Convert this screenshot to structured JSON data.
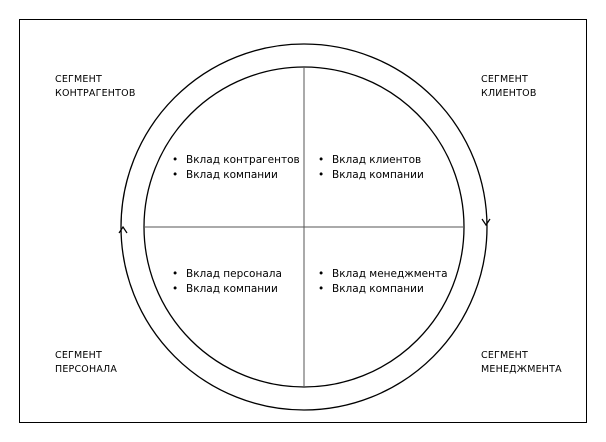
{
  "segments": {
    "top_left": [
      "СЕГМЕНТ",
      "КОНТРАГЕНТОВ"
    ],
    "top_right": [
      "СЕГМЕНТ",
      "КЛИЕНТОВ"
    ],
    "bottom_left": [
      "СЕГМЕНТ",
      "ПЕРСОНАЛА"
    ],
    "bottom_right": [
      "СЕГМЕНТ",
      "МЕНЕДЖМЕНТА"
    ]
  },
  "quadrants": {
    "top_left": [
      "Вклад контрагентов",
      "Вклад компании"
    ],
    "top_right": [
      "Вклад клиентов",
      "Вклад компании"
    ],
    "bottom_left": [
      "Вклад персонала",
      "Вклад компании"
    ],
    "bottom_right": [
      "Вклад менеджмента",
      "Вклад компании"
    ]
  },
  "colors": {
    "stroke": "#000000",
    "divider": "#555555",
    "background": "#ffffff"
  }
}
